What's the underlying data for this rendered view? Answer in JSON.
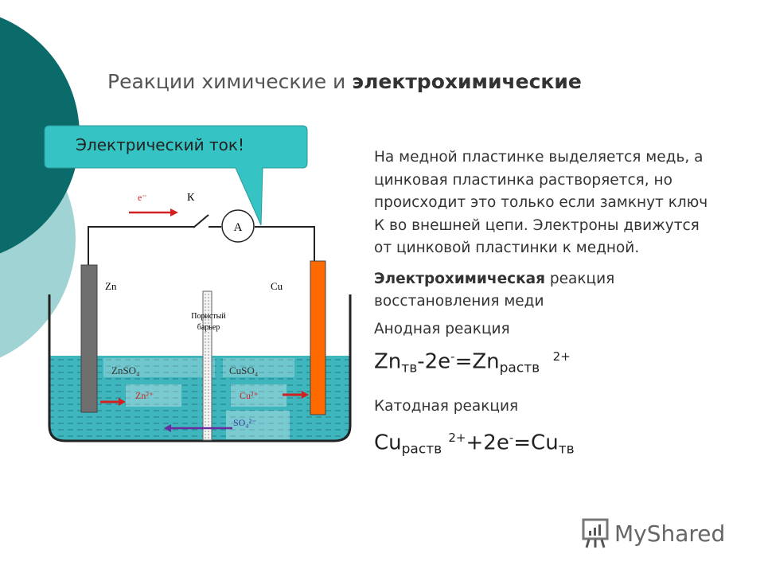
{
  "title": {
    "regular": "Реакции химические и ",
    "bold": "электрохимические"
  },
  "callout": "Электрический ток!",
  "diagram": {
    "electron": "e⁻",
    "key": "К",
    "ammeter": "A",
    "zn": "Zn",
    "cu": "Cu",
    "barrier_line1": "Пористый",
    "barrier_line2": "барьер",
    "znso4": "ZnSO₄",
    "cuso4": "CuSO₄",
    "zn_ion": "Zn²⁺",
    "cu_ion": "Cu²⁺",
    "so4_ion": "SO₄²⁻",
    "colors": {
      "solution": "#3fb5bd",
      "copper": "#ff6a00",
      "zinc": "#6e6e6e",
      "arrow": "#d02020",
      "teal": "#36c3c3"
    }
  },
  "text": {
    "paragraph": "На медной пластинке выделяется медь, а цинковая пластинка растворяется, но происходит это только если замкнут ключ К во внешней цепи. Электроны движутся от цинковой пластинки к медной.",
    "reaction_bold": "Электрохимическая",
    "reaction_rest": " реакция восстановления меди",
    "anode_label": "Анодная реакция",
    "anode_eq": {
      "a": "Zn",
      "a_sub": "тв",
      "b": "-2e",
      "b_sup": "-",
      "c": "=Zn",
      "c_sub": "раств",
      "c_sup": "2+"
    },
    "cathode_label": "Катодная реакция",
    "cathode_eq": {
      "a": "Cu",
      "a_sub": "раств",
      "a_sup": "2+",
      "b": "+2e",
      "b_sup": "-",
      "c": "=Cu",
      "c_sub": "тв"
    }
  },
  "logo": "MyShared"
}
